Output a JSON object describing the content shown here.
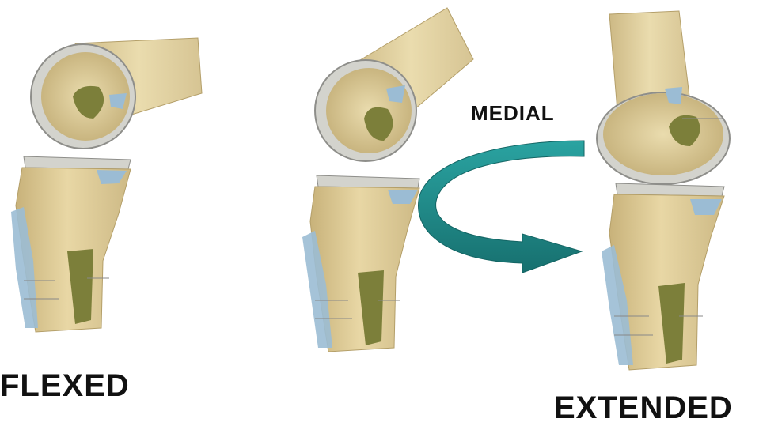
{
  "labels": {
    "flexed": "FLEXED",
    "medial": "MEDIAL",
    "extended": "EXTENDED"
  },
  "figures": [
    {
      "id": "knee-flexed",
      "state": "flexed"
    },
    {
      "id": "knee-mid",
      "state": "intermediate"
    },
    {
      "id": "knee-extended",
      "state": "extended"
    }
  ],
  "rotation_arrow": {
    "direction": "medial",
    "color": "#1f8f8e"
  },
  "colors": {
    "bone": "#e6d6a6",
    "bone_shadow": "#c9b57f",
    "cartilage": "#d2d2cc",
    "cartilage_edge": "#8e8e8a",
    "ligament": "#9bbcd4",
    "muscle_insertion": "#7c7f3a",
    "arrow": "#1f8f8e"
  }
}
